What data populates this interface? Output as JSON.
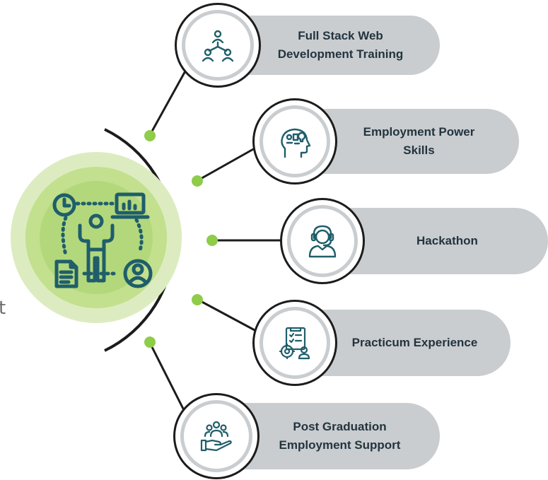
{
  "edge_text": "t",
  "center": {
    "icon": "person-with-clock-laptop-document-user-icon",
    "color_outer": "#dcecc0",
    "color_mid": "#c2e08e",
    "color_inner": "#a6d06a",
    "icon_color": "#1f5e6a"
  },
  "accent": {
    "node_dot": "#8fcc4a",
    "line": "#1c1c1c",
    "pill": "#c9cdd0",
    "text": "#24343e"
  },
  "items": [
    {
      "label": "Full Stack Web\nDevelopment Training",
      "icon": "network-people-icon"
    },
    {
      "label": "Employment Power\nSkills",
      "icon": "head-ideas-icon"
    },
    {
      "label": "Hackathon",
      "icon": "headset-agent-icon"
    },
    {
      "label": "Practicum Experience",
      "icon": "checklist-gear-person-icon"
    },
    {
      "label": "Post Graduation\nEmployment Support",
      "icon": "hand-holding-people-icon"
    }
  ]
}
